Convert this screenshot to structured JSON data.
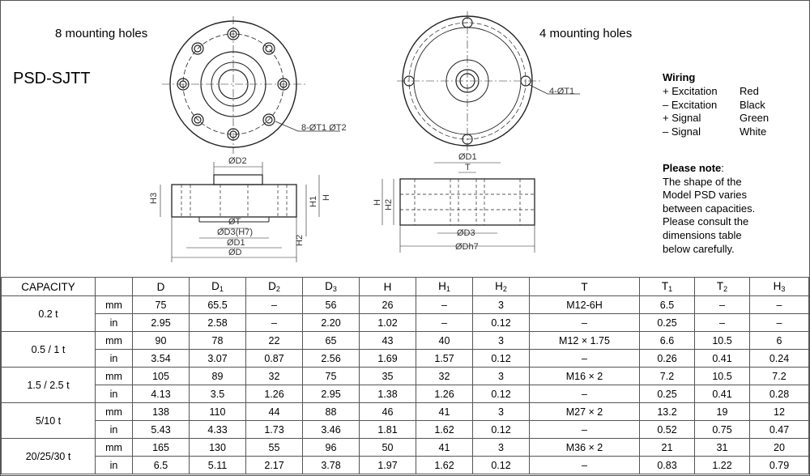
{
  "drawing": {
    "left_caption": "8 mounting holes",
    "right_caption": "4 mounting holes",
    "model": "PSD-SJTT",
    "labels": {
      "left_holes": "8-ØT1 ØT2",
      "right_holes": "4-ØT1",
      "d2": "ØD2",
      "t": "ØT",
      "t_plain": "T",
      "d3_h7": "ØD3(H7)",
      "d3": "ØD3",
      "d1": "ØD1",
      "d": "ØD",
      "dh7": "ØDh7",
      "h": "H",
      "h1": "H1",
      "h2": "H2",
      "h3": "H3"
    }
  },
  "wiring": {
    "title": "Wiring",
    "rows": [
      {
        "signal": "+ Excitation",
        "color": "Red"
      },
      {
        "signal": "– Excitation",
        "color": "Black"
      },
      {
        "signal": "+ Signal",
        "color": "Green"
      },
      {
        "signal": "– Signal",
        "color": "White"
      }
    ]
  },
  "note": {
    "title": "Please note",
    "colon": ":",
    "l1": "The shape of the",
    "l2": "Model PSD varies",
    "l3": "between capacities.",
    "l4": "Please consult the",
    "l5": "dimensions table",
    "l6": "below carefully."
  },
  "table": {
    "headers": [
      {
        "main": "CAPACITY",
        "sub": ""
      },
      {
        "main": "",
        "sub": ""
      },
      {
        "main": "D",
        "sub": ""
      },
      {
        "main": "D",
        "sub": "1"
      },
      {
        "main": "D",
        "sub": "2"
      },
      {
        "main": "D",
        "sub": "3"
      },
      {
        "main": "H",
        "sub": ""
      },
      {
        "main": "H",
        "sub": "1"
      },
      {
        "main": "H",
        "sub": "2"
      },
      {
        "main": "T",
        "sub": ""
      },
      {
        "main": "T",
        "sub": "1"
      },
      {
        "main": "T",
        "sub": "2"
      },
      {
        "main": "H",
        "sub": "3"
      }
    ],
    "groups": [
      {
        "capacity": "0.2 t",
        "rows": [
          [
            "mm",
            "75",
            "65.5",
            "–",
            "56",
            "26",
            "–",
            "3",
            "M12-6H",
            "6.5",
            "–",
            "–"
          ],
          [
            "in",
            "2.95",
            "2.58",
            "–",
            "2.20",
            "1.02",
            "–",
            "0.12",
            "–",
            "0.25",
            "–",
            "–"
          ]
        ]
      },
      {
        "capacity": "0.5 / 1 t",
        "rows": [
          [
            "mm",
            "90",
            "78",
            "22",
            "65",
            "43",
            "40",
            "3",
            "M12 × 1.75",
            "6.6",
            "10.5",
            "6"
          ],
          [
            "in",
            "3.54",
            "3.07",
            "0.87",
            "2.56",
            "1.69",
            "1.57",
            "0.12",
            "–",
            "0.26",
            "0.41",
            "0.24"
          ]
        ]
      },
      {
        "capacity": "1.5 / 2.5 t",
        "rows": [
          [
            "mm",
            "105",
            "89",
            "32",
            "75",
            "35",
            "32",
            "3",
            "M16 × 2",
            "7.2",
            "10.5",
            "7.2"
          ],
          [
            "in",
            "4.13",
            "3.5",
            "1.26",
            "2.95",
            "1.38",
            "1.26",
            "0.12",
            "–",
            "0.25",
            "0.41",
            "0.28"
          ]
        ]
      },
      {
        "capacity": "5/10 t",
        "rows": [
          [
            "mm",
            "138",
            "110",
            "44",
            "88",
            "46",
            "41",
            "3",
            "M27 × 2",
            "13.2",
            "19",
            "12"
          ],
          [
            "in",
            "5.43",
            "4.33",
            "1.73",
            "3.46",
            "1.81",
            "1.62",
            "0.12",
            "–",
            "0.52",
            "0.75",
            "0.47"
          ]
        ]
      },
      {
        "capacity": "20/25/30 t",
        "rows": [
          [
            "mm",
            "165",
            "130",
            "55",
            "96",
            "50",
            "41",
            "3",
            "M36 × 2",
            "21",
            "31",
            "20"
          ],
          [
            "in",
            "6.5",
            "5.11",
            "2.17",
            "3.78",
            "1.97",
            "1.62",
            "0.12",
            "–",
            "0.83",
            "1.22",
            "0.79"
          ]
        ]
      }
    ]
  }
}
